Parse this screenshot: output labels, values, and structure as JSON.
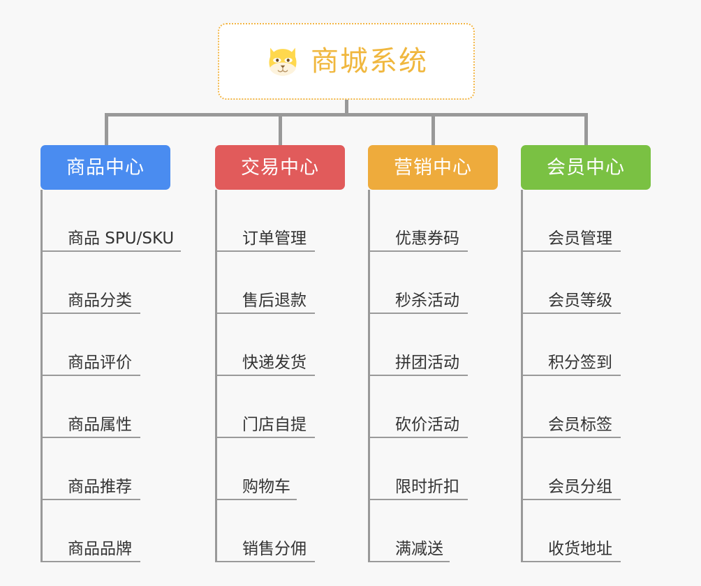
{
  "background_color": "#f8f8f8",
  "root": {
    "title": "商城系统",
    "icon": "shiba-dog-face-icon",
    "text_color": "#f0b73e",
    "border_color": "#f2b544",
    "fill_color": "#ffffff"
  },
  "connector": {
    "color": "#999999"
  },
  "columns": [
    {
      "id": "product-center",
      "title": "商品中心",
      "color": "#4a8cf0",
      "items": [
        {
          "label": "商品 SPU/SKU",
          "width": "wide"
        },
        {
          "label": "商品分类",
          "width": "normal"
        },
        {
          "label": "商品评价",
          "width": "normal"
        },
        {
          "label": "商品属性",
          "width": "normal"
        },
        {
          "label": "商品推荐",
          "width": "normal"
        },
        {
          "label": "商品品牌",
          "width": "normal"
        }
      ]
    },
    {
      "id": "trade-center",
      "title": "交易中心",
      "color": "#e15b5b",
      "items": [
        {
          "label": "订单管理",
          "width": "normal"
        },
        {
          "label": "售后退款",
          "width": "normal"
        },
        {
          "label": "快递发货",
          "width": "normal"
        },
        {
          "label": "门店自提",
          "width": "normal"
        },
        {
          "label": "购物车",
          "width": "short"
        },
        {
          "label": "销售分佣",
          "width": "normal"
        }
      ]
    },
    {
      "id": "marketing-center",
      "title": "营销中心",
      "color": "#eeab3c",
      "items": [
        {
          "label": "优惠券码",
          "width": "normal"
        },
        {
          "label": "秒杀活动",
          "width": "normal"
        },
        {
          "label": "拼团活动",
          "width": "normal"
        },
        {
          "label": "砍价活动",
          "width": "normal"
        },
        {
          "label": "限时折扣",
          "width": "normal"
        },
        {
          "label": "满减送",
          "width": "short"
        }
      ]
    },
    {
      "id": "member-center",
      "title": "会员中心",
      "color": "#7ac143",
      "items": [
        {
          "label": "会员管理",
          "width": "normal"
        },
        {
          "label": "会员等级",
          "width": "normal"
        },
        {
          "label": "积分签到",
          "width": "normal"
        },
        {
          "label": "会员标签",
          "width": "normal"
        },
        {
          "label": "会员分组",
          "width": "normal"
        },
        {
          "label": "收货地址",
          "width": "normal"
        }
      ]
    }
  ]
}
